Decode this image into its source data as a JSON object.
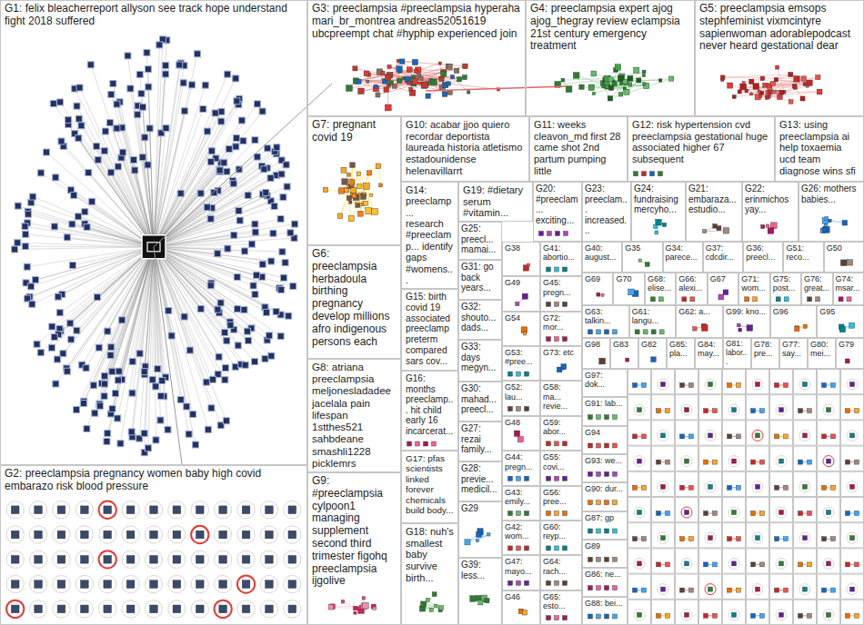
{
  "diagram": {
    "nodes": [
      {
        "text": [
          "G1: felix bleacherreport allyson see track hope understand fight 2018 suffered"
        ]
      },
      {
        "text": [
          "G2: preeclampsia pregnancy women baby high covid embarazo risk blood pressure"
        ]
      },
      {
        "text": [
          "G3: preeclampsia #preeclampsia hyperaha mari_br_montrea andreas52051619 ubcpreempt chat #hyphip experienced join"
        ]
      },
      {
        "text": [
          "G4: preeclampsia expert ajog ajog_thegray review eclampsia 21st century emergency treatment"
        ]
      },
      {
        "text": [
          "G5: preeclampsia emsops stephfeminist vixmcintyre sapienwoman adorablepodcast never heard gestational dear"
        ]
      },
      {
        "text": [
          "G7: pregnant covid 19"
        ]
      },
      {
        "text": [
          "G10: acabar jjoo quiero recordar deportista laureada historia atletismo estadounidense helenavillarrt"
        ]
      },
      {
        "text": [
          "G11: weeks cleavon_md first 28 came shot 2nd partum pumping little"
        ]
      },
      {
        "text": [
          "G12: risk hypertension cvd preeclampsia gestational huge associated higher 67 subsequent"
        ]
      },
      {
        "text": [
          "G13: using preeclampsia ai help toxaemia ucd team diagnose wins sfi"
        ]
      },
      {
        "text": [
          "G6: preeclampsia herbadoula birthing pregnancy develop millions afro indigenous persons each"
        ]
      },
      {
        "text": [
          "G8: atriana preeclampsia meljonesladadee jacelala pain lifespan 1stthes521 sahbdeane smashli1228 picklemrs"
        ]
      },
      {
        "text": [
          "G9: #preeclampsia cylpoon1 managing supplement second third trimester figohq preeclampsia ijgolive"
        ]
      },
      {
        "text": [
          "G14: preeclamp... research #preeclamp... identify gaps #womens..."
        ]
      },
      {
        "text": [
          "G15: birth covid 19 associated preeclamp preterm compared sars cov..."
        ]
      },
      {
        "text": [
          "G16: months preeclamp... hit child early 16 incarcerat..."
        ]
      },
      {
        "text": [
          "G17: pfas scientists linked forever chemicals build body..."
        ]
      },
      {
        "text": [
          "G18: nuh's smallest baby survive birth..."
        ]
      },
      {
        "text": [
          "G19: #dietary serum #vitamin..."
        ]
      },
      {
        "text": [
          "G20: #preeclam... exciting..."
        ]
      },
      {
        "text": [
          "G23: preeclam... increased..."
        ]
      },
      {
        "text": [
          "G24: fundraising mercyho..."
        ]
      },
      {
        "text": [
          "G21: embaraza... estudio..."
        ]
      },
      {
        "text": [
          "G22: erinmichos yay..."
        ]
      },
      {
        "text": [
          "G26: mothers babies..."
        ]
      },
      {
        "text": [
          "G25: preecl... mamai..."
        ]
      },
      {
        "text": [
          "G31: go back years..."
        ]
      },
      {
        "text": [
          "G32: shouto... dads..."
        ]
      },
      {
        "text": [
          "G33: days megyn..."
        ]
      },
      {
        "text": [
          "G30: mahad... preecl..."
        ]
      },
      {
        "text": [
          "G27: rezai family..."
        ]
      },
      {
        "text": [
          "G28: previe... medicil..."
        ]
      },
      {
        "text": [
          "G29"
        ]
      },
      {
        "text": [
          "G39: less..."
        ]
      },
      {
        "text": [
          "G38"
        ]
      },
      {
        "text": [
          "G49"
        ]
      },
      {
        "text": [
          "G54"
        ]
      },
      {
        "text": [
          "G53: #pree..."
        ]
      },
      {
        "text": [
          "G52: lau..."
        ]
      },
      {
        "text": [
          "G48"
        ]
      },
      {
        "text": [
          "G44: pregn..."
        ]
      },
      {
        "text": [
          "G43: emily..."
        ]
      },
      {
        "text": [
          "G42: wom..."
        ]
      },
      {
        "text": [
          "G47: mayo..."
        ]
      },
      {
        "text": [
          "G46"
        ]
      },
      {
        "text": [
          "G41: abortio..."
        ]
      },
      {
        "text": [
          "G45: pregn..."
        ]
      },
      {
        "text": [
          "G72: mor..."
        ]
      },
      {
        "text": [
          "G73: etc"
        ]
      },
      {
        "text": [
          "G58: ma... revie..."
        ]
      },
      {
        "text": [
          "G59: abor..."
        ]
      },
      {
        "text": [
          "G55: covi..."
        ]
      },
      {
        "text": [
          "G56: pree..."
        ]
      },
      {
        "text": [
          "G60: reyp..."
        ]
      },
      {
        "text": [
          "G64: rach..."
        ]
      },
      {
        "text": [
          "G65: esto..."
        ]
      },
      {
        "text": [
          "G40: august..."
        ]
      },
      {
        "text": [
          "G35"
        ]
      },
      {
        "text": [
          "G34: parece..."
        ]
      },
      {
        "text": [
          "G37: cdcdir..."
        ]
      },
      {
        "text": [
          "G36: preecl..."
        ]
      },
      {
        "text": [
          "G51: reco..."
        ]
      },
      {
        "text": [
          "G50"
        ]
      },
      {
        "text": [
          "G69"
        ]
      },
      {
        "text": [
          "G70"
        ]
      },
      {
        "text": [
          "G68: elise..."
        ]
      },
      {
        "text": [
          "G66: alexi..."
        ]
      },
      {
        "text": [
          "G67"
        ]
      },
      {
        "text": [
          "G71: wom..."
        ]
      },
      {
        "text": [
          "G75: post..."
        ]
      },
      {
        "text": [
          "G76: great..."
        ]
      },
      {
        "text": [
          "G74: msar..."
        ]
      },
      {
        "text": [
          "G63: talkin..."
        ]
      },
      {
        "text": [
          "G61: langu..."
        ]
      },
      {
        "text": [
          "G62: a..."
        ]
      },
      {
        "text": [
          "G99: kno..."
        ]
      },
      {
        "text": [
          "G96"
        ]
      },
      {
        "text": [
          "G95"
        ]
      },
      {
        "text": [
          "G98"
        ]
      },
      {
        "text": [
          "G83"
        ]
      },
      {
        "text": [
          "G82"
        ]
      },
      {
        "text": [
          "G85: pla..."
        ]
      },
      {
        "text": [
          "G84: may..."
        ]
      },
      {
        "text": [
          "G81: labor..."
        ]
      },
      {
        "text": [
          "G78: pre..."
        ]
      },
      {
        "text": [
          "G77: say..."
        ]
      },
      {
        "text": [
          "G80: mei..."
        ]
      },
      {
        "text": [
          "G79"
        ]
      },
      {
        "text": [
          "G97: dok..."
        ]
      },
      {
        "text": [
          "G91: lab..."
        ]
      },
      {
        "text": [
          "G94"
        ]
      },
      {
        "text": [
          "G93: we..."
        ]
      },
      {
        "text": [
          "G90: dur..."
        ]
      },
      {
        "text": [
          "G87: gp"
        ]
      },
      {
        "text": [
          "G89"
        ]
      },
      {
        "text": [
          "G86: ne..."
        ]
      },
      {
        "text": [
          "G88: bei..."
        ]
      }
    ],
    "edges": [
      {
        "from": 0,
        "to": 2,
        "arrow": "none"
      },
      {
        "from": 0,
        "to": 1,
        "arrow": "none"
      },
      {
        "from": 2,
        "to": 3,
        "arrow": "none"
      }
    ]
  }
}
